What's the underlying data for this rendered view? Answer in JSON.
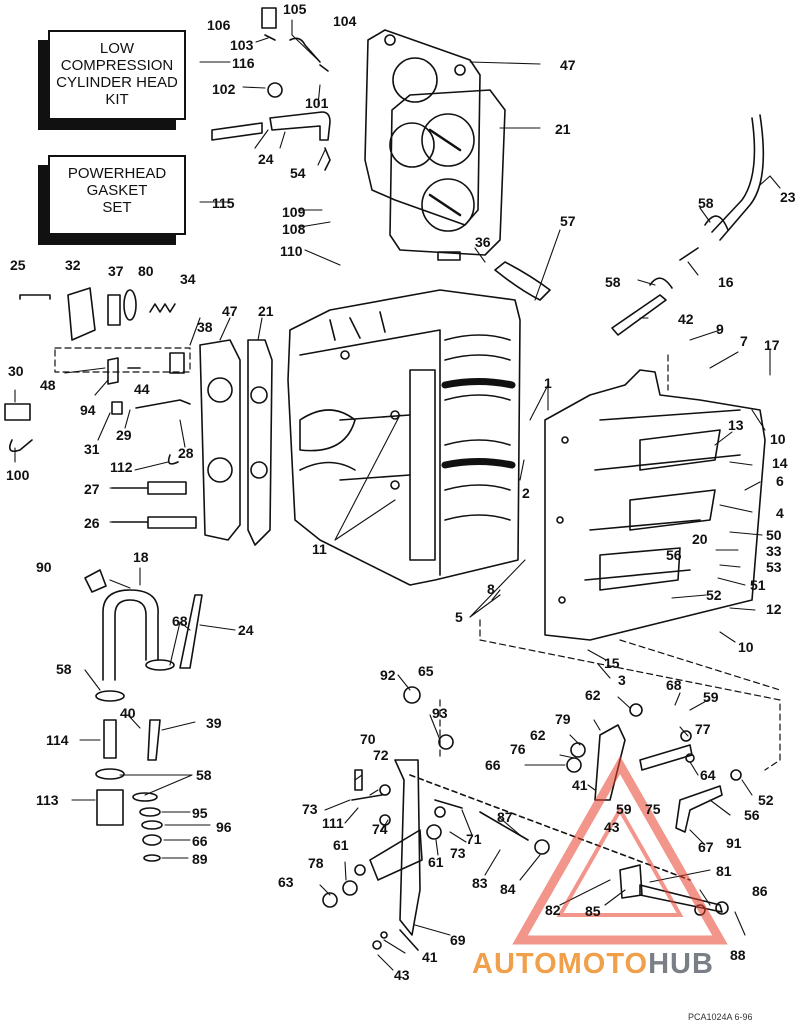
{
  "kits": {
    "low_compression": [
      "LOW",
      "COMPRESSION",
      "CYLINDER HEAD",
      "KIT"
    ],
    "low_compression_ref": "116",
    "powerhead_gasket": [
      "POWERHEAD",
      "GASKET",
      "SET"
    ],
    "powerhead_gasket_ref": "115"
  },
  "callouts": {
    "c106": "106",
    "c105": "105",
    "c104": "104",
    "c103": "103",
    "c102": "102",
    "c101": "101",
    "c47a": "47",
    "c21a": "21",
    "c24a": "24",
    "c54": "54",
    "c109": "109",
    "c108": "108",
    "c110": "110",
    "c36": "36",
    "c57": "57",
    "c23": "23",
    "c58a": "58",
    "c16": "16",
    "c58b": "58",
    "c42": "42",
    "c25": "25",
    "c32": "32",
    "c37": "37",
    "c80": "80",
    "c34": "34",
    "c38": "38",
    "c47b": "47",
    "c21b": "21",
    "c30": "30",
    "c48": "48",
    "c94": "94",
    "c44": "44",
    "c31": "31",
    "c29": "29",
    "c100": "100",
    "c28": "28",
    "c112": "112",
    "c27": "27",
    "c26": "26",
    "c11": "11",
    "c1": "1",
    "c2": "2",
    "c9": "9",
    "c7": "7",
    "c17": "17",
    "c10a": "10",
    "c13": "13",
    "c14": "14",
    "c6": "6",
    "c4": "4",
    "c50": "50",
    "c20": "20",
    "c33": "33",
    "c53": "53",
    "c51": "51",
    "c56a": "56",
    "c52a": "52",
    "c12": "12",
    "c10b": "10",
    "c15": "15",
    "c3": "3",
    "c5": "5",
    "c8": "8",
    "c18": "18",
    "c90": "90",
    "c68a": "68",
    "c24b": "24",
    "c58c": "58",
    "c40": "40",
    "c39": "39",
    "c114": "114",
    "c58d": "58",
    "c113": "113",
    "c95": "95",
    "c96": "96",
    "c66a": "66",
    "c89": "89",
    "c92": "92",
    "c65": "65",
    "c93": "93",
    "c62a": "62",
    "c68b": "68",
    "c59a": "59",
    "c79": "79",
    "c77": "77",
    "c62b": "62",
    "c76": "76",
    "c66b": "66",
    "c64": "64",
    "c41a": "41",
    "c70": "70",
    "c72": "72",
    "c73a": "73",
    "c111": "111",
    "c74": "74",
    "c71": "71",
    "c87": "87",
    "c59b": "59",
    "c75": "75",
    "c43a": "43",
    "c52b": "52",
    "c56b": "56",
    "c91": "91",
    "c67": "67",
    "c61a": "61",
    "c61b": "61",
    "c73b": "73",
    "c78": "78",
    "c83": "83",
    "c84": "84",
    "c81": "81",
    "c63": "63",
    "c82": "82",
    "c85": "85",
    "c86": "86",
    "c69": "69",
    "c41b": "41",
    "c43b": "43",
    "c88": "88"
  },
  "watermark": {
    "part_a": "AUTOMOTO",
    "part_b": "HUB"
  },
  "footer": {
    "code": "PCA1024A  6-96"
  },
  "colors": {
    "ink": "#111111",
    "watermark_orange": "#f0a04a",
    "watermark_gray": "#7a7f87",
    "watermark_red": "#e8402e"
  }
}
